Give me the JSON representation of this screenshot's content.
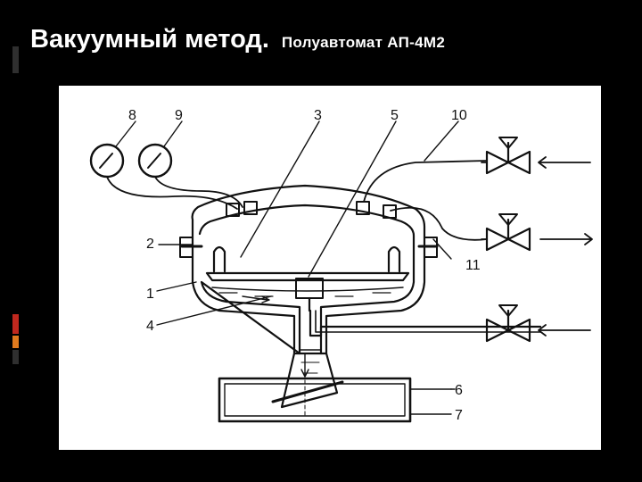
{
  "slide": {
    "title_main": "Вакуумный метод.",
    "title_sub": "Полуавтомат АП-4М2"
  },
  "colors": {
    "background": "#000000",
    "title": "#ffffff",
    "accent_dark": "#2f2f2f",
    "accent_red": "#c0281e",
    "accent_orange": "#e07a1e",
    "diagram_bg": "#ffffff",
    "diagram_ink": "#111111"
  },
  "diagram": {
    "labels": {
      "l1": "1",
      "l2": "2",
      "l3": "3",
      "l4": "4",
      "l5": "5",
      "l6": "6",
      "l7": "7",
      "l8": "8",
      "l9": "9",
      "l10": "10",
      "l11": "11"
    },
    "icons": {
      "gauge": "pressure-gauge-icon",
      "valve": "valve-icon",
      "arrow": "flow-arrow-icon"
    }
  }
}
